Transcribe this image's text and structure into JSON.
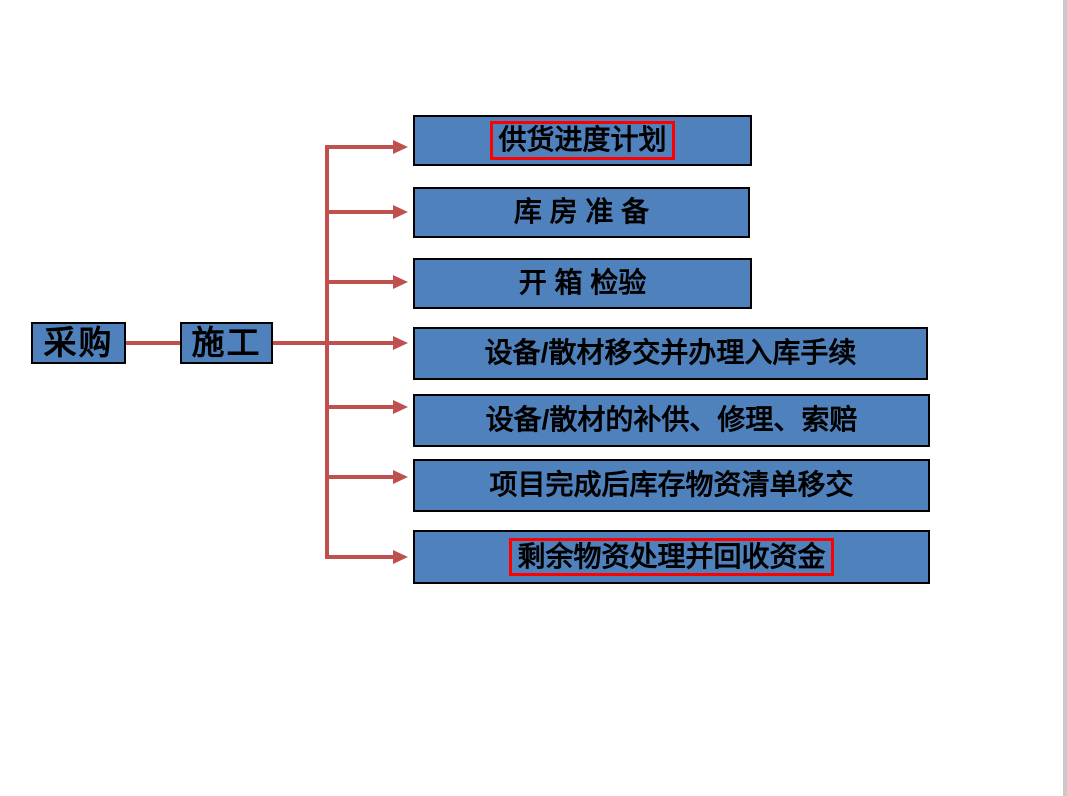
{
  "diagram": {
    "type": "flowchart",
    "left_nodes": [
      {
        "label": "采购"
      },
      {
        "label": "施工"
      }
    ],
    "right_nodes": [
      {
        "label": "供货进度计划",
        "highlighted": true
      },
      {
        "label": "库 房 准 备",
        "highlighted": false
      },
      {
        "label": "开 箱 检验",
        "highlighted": false
      },
      {
        "label": "设备/散材移交并办理入库手续",
        "highlighted": false
      },
      {
        "label": "设备/散材的补供、修理、索赔",
        "highlighted": false
      },
      {
        "label": "项目完成后库存物资清单移交",
        "highlighted": false
      },
      {
        "label": "剩余物资处理并回收资金",
        "highlighted": true
      }
    ],
    "colors": {
      "node_fill": "#4F81BD",
      "node_border": "#000000",
      "connector": "#C0504D",
      "highlight_border": "#FF0000",
      "page_edge_strip": "#C9C9C9",
      "background": "#FFFFFF",
      "text": "#000000"
    }
  }
}
